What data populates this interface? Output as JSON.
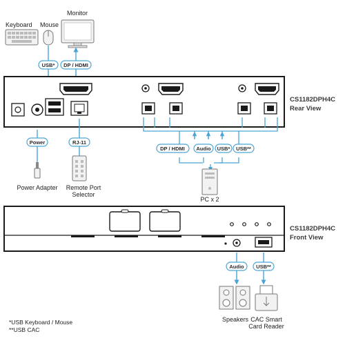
{
  "colors": {
    "line": "#4aa3d6",
    "panel": "#1a1a1a",
    "device": "#f2f2f2"
  },
  "devices_top": {
    "keyboard": "Keyboard",
    "mouse": "Mouse",
    "monitor": "Monitor"
  },
  "rear": {
    "model": "CS1182DPH4C",
    "view": "Rear View"
  },
  "front": {
    "model": "CS1182DPH4C",
    "view": "Front View"
  },
  "pills": {
    "usb_top": "USB*",
    "dp_top": "DP / HDMI",
    "power": "Power",
    "rj11": "RJ-11",
    "dp_pc": "DP / HDMI",
    "audio_pc": "Audio",
    "usb_pc": "USB*",
    "usb2_pc": "USB**",
    "audio_front": "Audio",
    "usb_front": "USB**"
  },
  "labels": {
    "power_adapter": "Power Adapter",
    "remote_line1": "Remote Port",
    "remote_line2": "Selector",
    "pc": "PC x 2",
    "speakers": "Speakers",
    "cac_line1": "CAC Smart",
    "cac_line2": "Card Reader"
  },
  "footnotes": {
    "note1": "*USB Keyboard / Mouse",
    "note2": "**USB CAC"
  }
}
